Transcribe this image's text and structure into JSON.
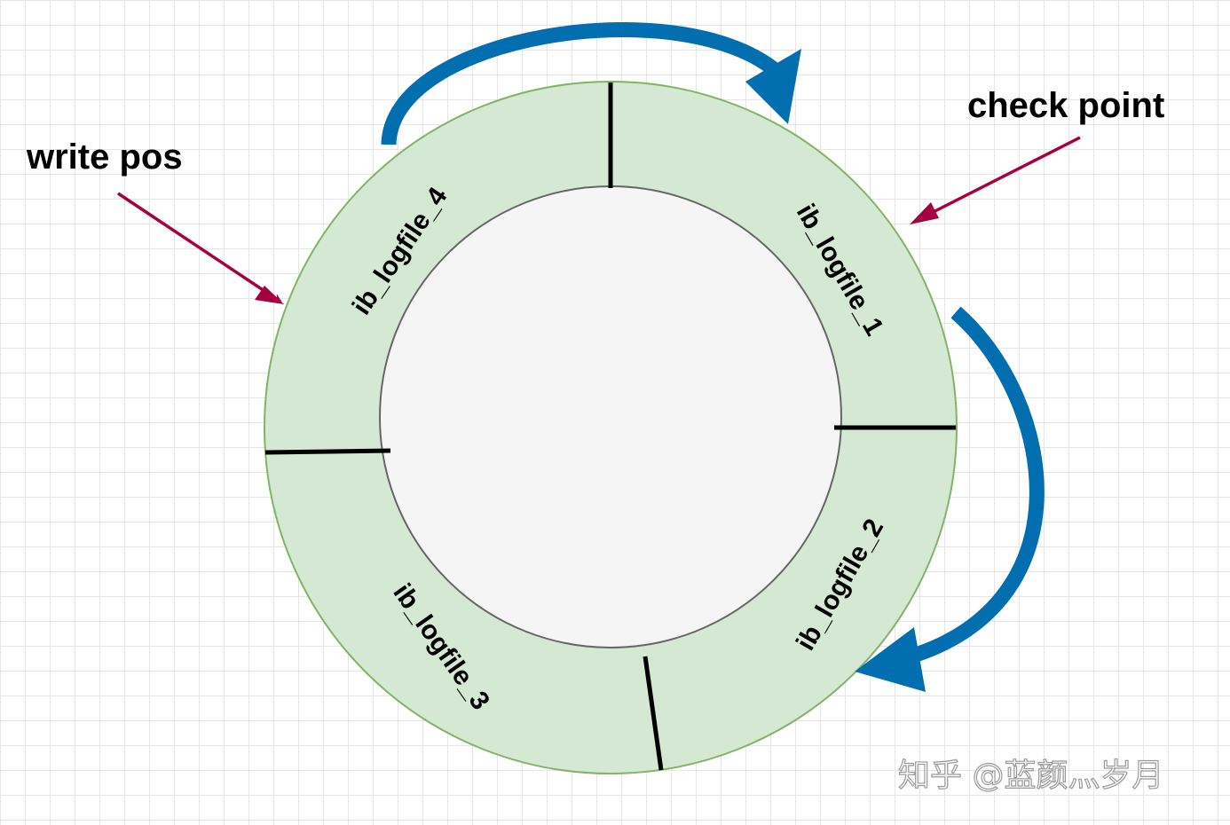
{
  "diagram": {
    "segments": [
      {
        "id": "seg-1",
        "label": "ib_logfile_1"
      },
      {
        "id": "seg-2",
        "label": "ib_logfile_2"
      },
      {
        "id": "seg-3",
        "label": "ib_logfile_3"
      },
      {
        "id": "seg-4",
        "label": "ib_logfile_4"
      }
    ],
    "callouts": {
      "write_pos": "write pos",
      "check_point": "check point"
    },
    "watermark": "知乎 @蓝颜灬岁月",
    "colors": {
      "ring_fill": "#d5e8d4",
      "ring_stroke": "#82b366",
      "inner_fill": "#f5f5f5",
      "flow_arrow": "#006eaf",
      "pointer_arrow": "#a50040",
      "divider": "#000000"
    }
  }
}
